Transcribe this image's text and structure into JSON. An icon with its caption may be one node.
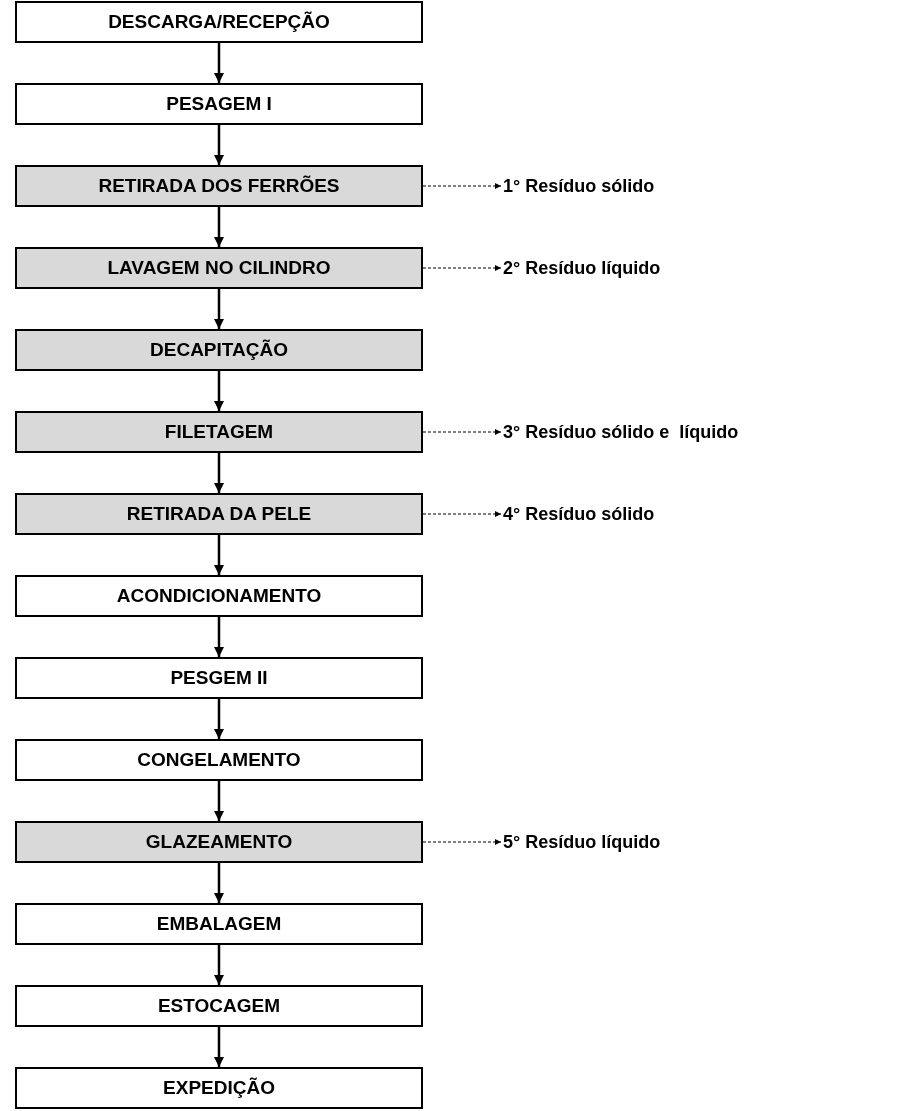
{
  "diagram": {
    "nodes": [
      {
        "text": [
          "DESCARGA/RECEPÇÃO"
        ]
      },
      {
        "text": [
          "PESAGEM I"
        ]
      },
      {
        "text": [
          "RETIRADA DOS FERRÕES"
        ]
      },
      {
        "text": [
          "LAVAGEM NO CILINDRO"
        ]
      },
      {
        "text": [
          "DECAPITAÇÃO"
        ]
      },
      {
        "text": [
          "FILETAGEM"
        ]
      },
      {
        "text": [
          "RETIRADA DA PELE"
        ]
      },
      {
        "text": [
          "ACONDICIONAMENTO"
        ]
      },
      {
        "text": [
          "PESGEM II"
        ]
      },
      {
        "text": [
          "CONGELAMENTO"
        ]
      },
      {
        "text": [
          "GLAZEAMENTO"
        ]
      },
      {
        "text": [
          "EMBALAGEM"
        ]
      },
      {
        "text": [
          "ESTOCAGEM"
        ]
      },
      {
        "text": [
          "EXPEDIÇÃO"
        ]
      },
      {
        "text": [
          "1° Resíduo sólido"
        ]
      },
      {
        "text": [
          "2° Resíduo líquido"
        ]
      },
      {
        "text": [
          "3° Resíduo sólido e  líquido"
        ]
      },
      {
        "text": [
          "4° Resíduo sólido"
        ]
      },
      {
        "text": [
          "5° Resíduo líquido"
        ]
      }
    ],
    "edges": [
      {
        "from": 0,
        "to": 1,
        "arrow": "to"
      },
      {
        "from": 1,
        "to": 2,
        "arrow": "to"
      },
      {
        "from": 2,
        "to": 3,
        "arrow": "to"
      },
      {
        "from": 3,
        "to": 4,
        "arrow": "to"
      },
      {
        "from": 4,
        "to": 5,
        "arrow": "to"
      },
      {
        "from": 5,
        "to": 6,
        "arrow": "to"
      },
      {
        "from": 6,
        "to": 7,
        "arrow": "to"
      },
      {
        "from": 7,
        "to": 8,
        "arrow": "to"
      },
      {
        "from": 8,
        "to": 9,
        "arrow": "to"
      },
      {
        "from": 9,
        "to": 10,
        "arrow": "to"
      },
      {
        "from": 10,
        "to": 11,
        "arrow": "to"
      },
      {
        "from": 11,
        "to": 12,
        "arrow": "to"
      },
      {
        "from": 12,
        "to": 13,
        "arrow": "to"
      },
      {
        "from": 2,
        "to": 14,
        "arrow": "to",
        "style": "dashed"
      },
      {
        "from": 3,
        "to": 15,
        "arrow": "to",
        "style": "dashed"
      },
      {
        "from": 5,
        "to": 16,
        "arrow": "to",
        "style": "dashed"
      },
      {
        "from": 6,
        "to": 17,
        "arrow": "to",
        "style": "dashed"
      },
      {
        "from": 10,
        "to": 18,
        "arrow": "to",
        "style": "dashed"
      }
    ]
  }
}
